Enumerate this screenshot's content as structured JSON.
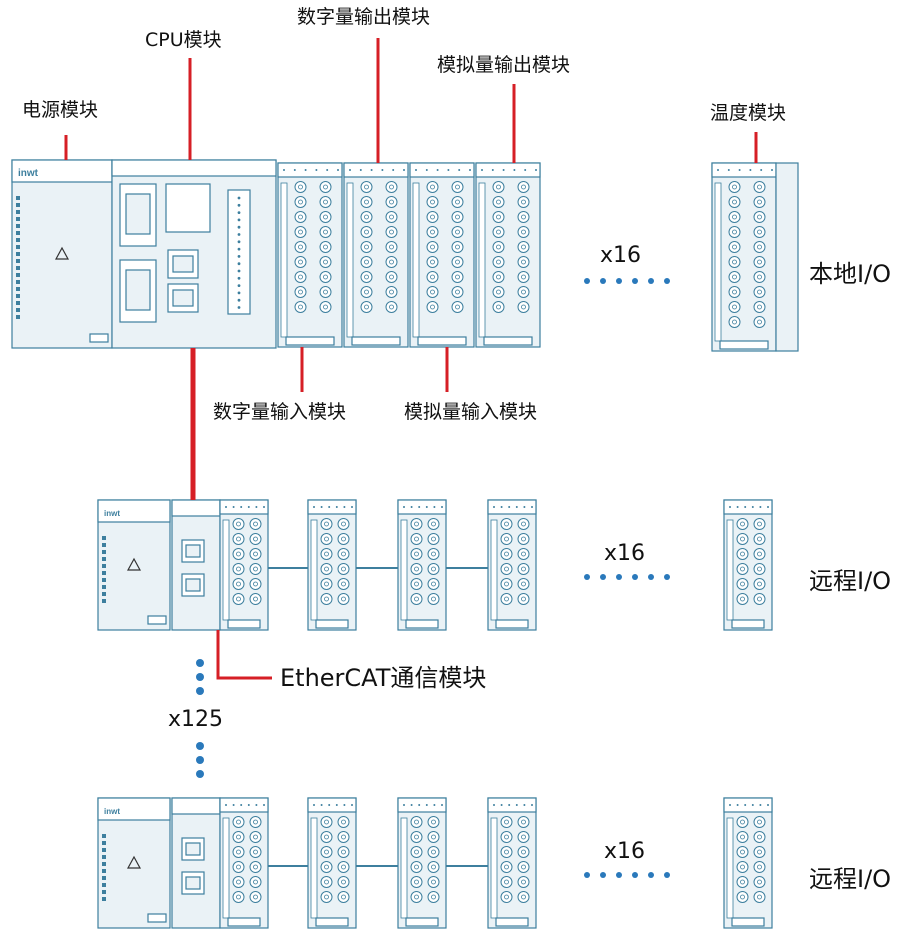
{
  "labels": {
    "power_module": "电源模块",
    "cpu_module": "CPU模块",
    "digital_output_module": "数字量输出模块",
    "analog_output_module": "模拟量输出模块",
    "temperature_module": "温度模块",
    "digital_input_module": "数字量输入模块",
    "analog_input_module": "模拟量输入模块",
    "ethercat_module": "EtherCAT通信模块",
    "local_io": "本地I/O",
    "remote_io_1": "远程I/O",
    "remote_io_2": "远程I/O"
  },
  "multipliers": {
    "local_modules": "x16",
    "remote_modules_1": "x16",
    "remote_modules_2": "x16",
    "remote_stations": "x125"
  },
  "brand": "inwt",
  "colors": {
    "outline": "#3d7f9e",
    "fill": "#eaf2f6",
    "connector": "#d61f26",
    "dots": "#2a79bb"
  }
}
